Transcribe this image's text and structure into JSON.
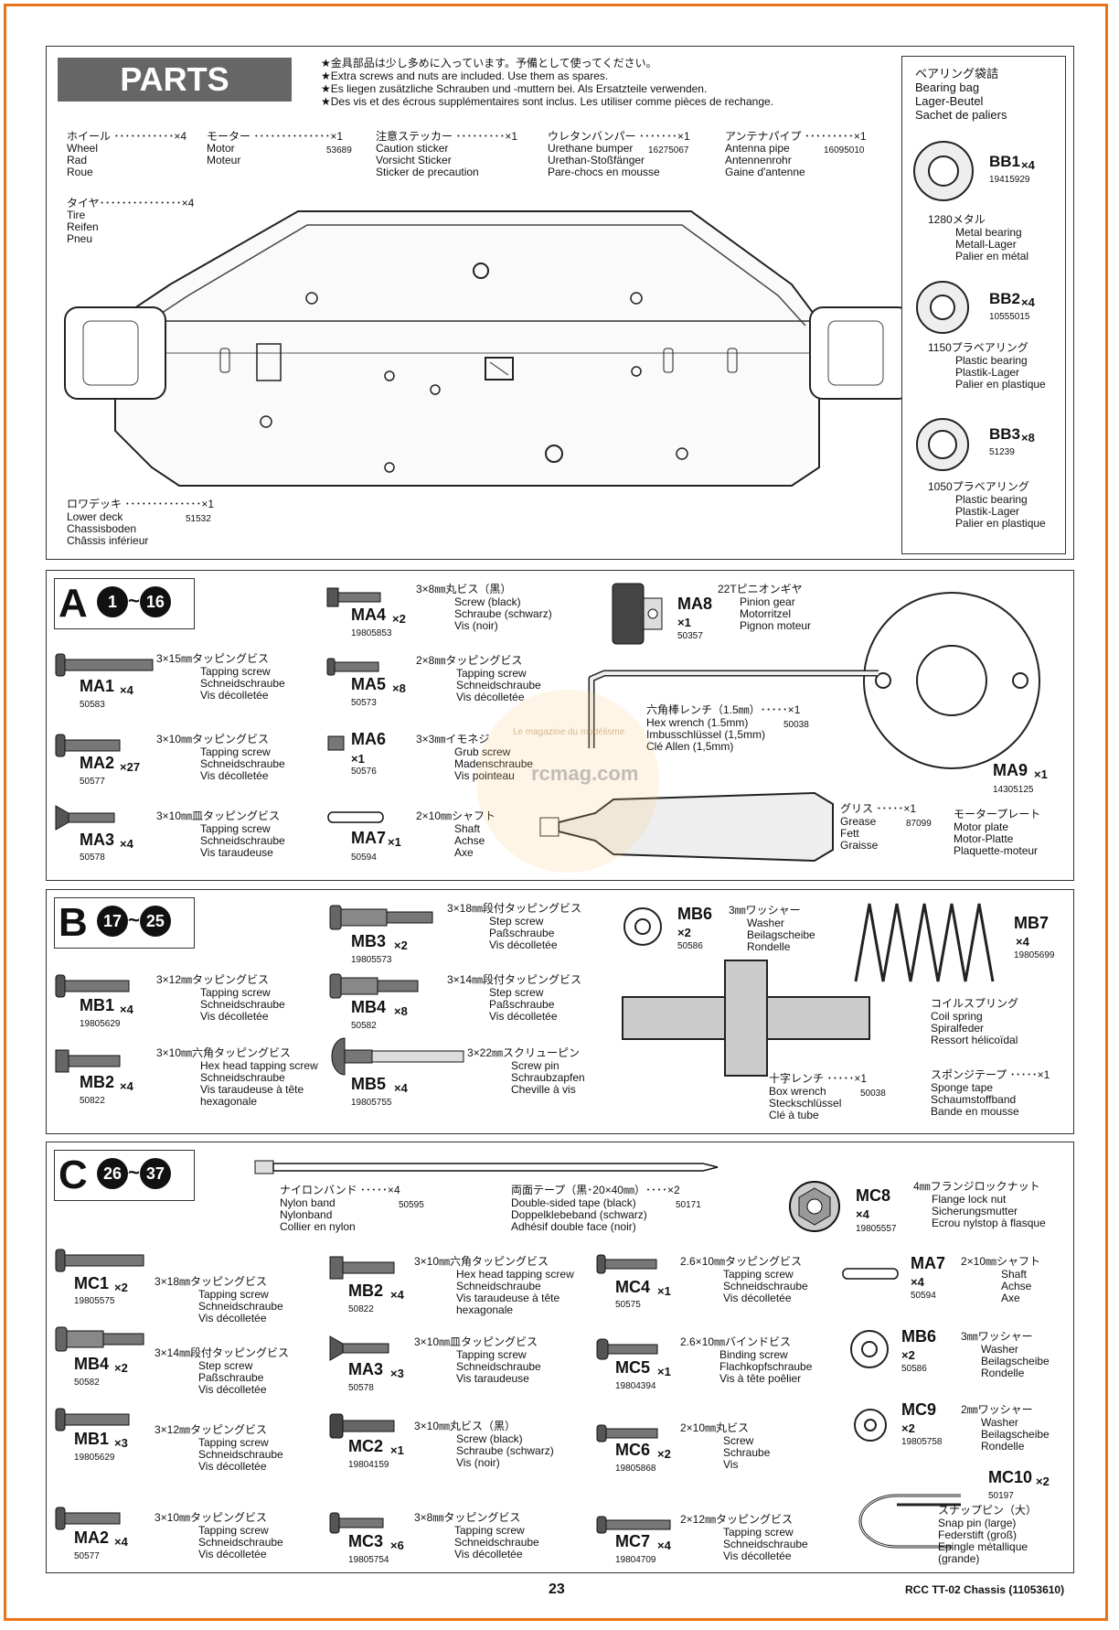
{
  "parts": {
    "title": "PARTS",
    "notes": [
      "★金具部品は少し多めに入っています。予備として使ってください。",
      "★Extra screws and nuts are included. Use them as spares.",
      "★Es liegen zusätzliche Schrauben und -muttern bei. Als Ersatzteile verwenden.",
      "★Des vis et des écrous supplémentaires sont inclus. Les utiliser comme pièces de rechange."
    ],
    "items": [
      {
        "jp": "ホイール ･･･････････×4",
        "lines": [
          "Wheel",
          "Rad",
          "Roue"
        ],
        "code": ""
      },
      {
        "jp": "モーター ･･････････････×1",
        "lines": [
          "Motor",
          "Moteur"
        ],
        "code": "53689"
      },
      {
        "jp": "注意ステッカー ･････････×1",
        "lines": [
          "Caution sticker",
          "Vorsicht Sticker",
          "Sticker de precaution"
        ],
        "code": ""
      },
      {
        "jp": "ウレタンバンパー ･･･････×1",
        "lines": [
          "Urethane bumper",
          "Urethan-Stoßfänger",
          "Pare-chocs en mousse"
        ],
        "code": "16275067"
      },
      {
        "jp": "アンテナパイプ ･････････×1",
        "lines": [
          "Antenna pipe",
          "Antennenrohr",
          "Gaine d'antenne"
        ],
        "code": "16095010"
      },
      {
        "jp": "タイヤ･･･････････････×4",
        "lines": [
          "Tire",
          "Reifen",
          "Pneu"
        ],
        "code": ""
      },
      {
        "jp": "ロワデッキ ･･････････････×1",
        "lines": [
          "Lower deck",
          "Chassisboden",
          "Châssis inférieur"
        ],
        "code": "51532"
      }
    ],
    "bearing_bag": {
      "title": [
        "ベアリング袋詰",
        "Bearing bag",
        "Lager-Beutel",
        "Sachet de paliers"
      ],
      "items": [
        {
          "label": "BB1",
          "qty": "×4",
          "code": "19415929",
          "jp": "1280メタル",
          "lines": [
            "Metal bearing",
            "Metall-Lager",
            "Palier en métal"
          ]
        },
        {
          "label": "BB2",
          "qty": "×4",
          "code": "10555015",
          "jp": "1150プラベアリング",
          "lines": [
            "Plastic bearing",
            "Plastik-Lager",
            "Palier en plastique"
          ]
        },
        {
          "label": "BB3",
          "qty": "×8",
          "code": "51239",
          "jp": "1050プラベアリング",
          "lines": [
            "Plastic bearing",
            "Plastik-Lager",
            "Palier en plastique"
          ]
        }
      ]
    }
  },
  "bag_a": {
    "letter": "A",
    "from": "1",
    "to": "16",
    "items": [
      {
        "label": "MA4",
        "qty": "×2",
        "code": "19805853",
        "jp": "3×8㎜丸ビス（黒）",
        "lines": [
          "Screw (black)",
          "Schraube (schwarz)",
          "Vis (noir)"
        ]
      },
      {
        "label": "MA8",
        "qty": "×1",
        "code": "50357",
        "jp": "22Tピニオンギヤ",
        "lines": [
          "Pinion gear",
          "Motorritzel",
          "Pignon moteur"
        ]
      },
      {
        "label": "MA1",
        "qty": "×4",
        "code": "50583",
        "jp": "3×15㎜タッピングビス",
        "lines": [
          "Tapping screw",
          "Schneidschraube",
          "Vis décolletée"
        ]
      },
      {
        "label": "MA5",
        "qty": "×8",
        "code": "50573",
        "jp": "2×8㎜タッピングビス",
        "lines": [
          "Tapping screw",
          "Schneidschraube",
          "Vis décolletée"
        ]
      },
      {
        "label": "MA2",
        "qty": "×27",
        "code": "50577",
        "jp": "3×10㎜タッピングビス",
        "lines": [
          "Tapping screw",
          "Schneidschraube",
          "Vis décolletée"
        ]
      },
      {
        "label": "MA6",
        "qty": "×1",
        "code": "50576",
        "jp": "3×3㎜イモネジ",
        "lines": [
          "Grub screw",
          "Madenschraube",
          "Vis pointeau"
        ]
      },
      {
        "label": "MA3",
        "qty": "×4",
        "code": "50578",
        "jp": "3×10㎜皿タッピングビス",
        "lines": [
          "Tapping screw",
          "Schneidschraube",
          "Vis taraudeuse"
        ]
      },
      {
        "label": "MA7",
        "qty": "×1",
        "code": "50594",
        "jp": "2×10㎜シャフト",
        "lines": [
          "Shaft",
          "Achse",
          "Axe"
        ]
      },
      {
        "label": "MA9",
        "qty": "×1",
        "code": "14305125",
        "jp": "モータープレート",
        "lines": [
          "Motor plate",
          "Motor-Platte",
          "Plaquette-moteur"
        ]
      }
    ],
    "hex_wrench": {
      "jp": "六角棒レンチ（1.5㎜）･････×1",
      "lines": [
        "Hex wrench (1.5mm)",
        "Imbusschlüssel (1,5mm)",
        "Clé Allen (1,5mm)"
      ],
      "code": "50038"
    },
    "grease": {
      "jp": "グリス ･････×1",
      "lines": [
        "Grease",
        "Fett",
        "Graisse"
      ],
      "code": "87099"
    }
  },
  "bag_b": {
    "letter": "B",
    "from": "17",
    "to": "25",
    "items": [
      {
        "label": "MB3",
        "qty": "×2",
        "code": "19805573",
        "jp": "3×18㎜段付タッピングビス",
        "lines": [
          "Step screw",
          "Paßschraube",
          "Vis décolletée"
        ]
      },
      {
        "label": "MB6",
        "qty": "×2",
        "code": "50586",
        "jp": "3㎜ワッシャー",
        "lines": [
          "Washer",
          "Beilagscheibe",
          "Rondelle"
        ]
      },
      {
        "label": "MB7",
        "qty": "×4",
        "code": "19805699",
        "jp": "コイルスプリング",
        "lines": [
          "Coil spring",
          "Spiralfeder",
          "Ressort hélicoïdal"
        ]
      },
      {
        "label": "MB1",
        "qty": "×4",
        "code": "19805629",
        "jp": "3×12㎜タッピングビス",
        "lines": [
          "Tapping screw",
          "Schneidschraube",
          "Vis décolletée"
        ]
      },
      {
        "label": "MB4",
        "qty": "×8",
        "code": "50582",
        "jp": "3×14㎜段付タッピングビス",
        "lines": [
          "Step screw",
          "Paßschraube",
          "Vis décolletée"
        ]
      },
      {
        "label": "MB2",
        "qty": "×4",
        "code": "50822",
        "jp": "3×10㎜六角タッピングビス",
        "lines": [
          "Hex head tapping screw",
          "Schneidschraube",
          "Vis taraudeuse à tête",
          "hexagonale"
        ]
      },
      {
        "label": "MB5",
        "qty": "×4",
        "code": "19805755",
        "jp": "3×22㎜スクリューピン",
        "lines": [
          "Screw pin",
          "Schraubzapfen",
          "Cheville à vis"
        ]
      }
    ],
    "box_wrench": {
      "jp": "十字レンチ ･････×1",
      "lines": [
        "Box wrench",
        "Steckschlüssel",
        "Clé à tube"
      ],
      "code": "50038"
    },
    "sponge": {
      "jp": "スポンジテープ ･････×1",
      "lines": [
        "Sponge tape",
        "Schaumstoffband",
        "Bande en mousse"
      ]
    }
  },
  "bag_c": {
    "letter": "C",
    "from": "26",
    "to": "37",
    "nylon": {
      "jp": "ナイロンバンド ･････×4",
      "lines": [
        "Nylon band",
        "Nylonband",
        "Collier en nylon"
      ],
      "code": "50595"
    },
    "tape": {
      "jp": "両面テープ（黒･20×40㎜）････×2",
      "lines": [
        "Double-sided tape (black)",
        "Doppelklebeband (schwarz)",
        "Adhésif double face (noir)"
      ],
      "code": "50171"
    },
    "items": [
      {
        "label": "MC8",
        "qty": "×4",
        "code": "19805557",
        "jp": "4㎜フランジロックナット",
        "lines": [
          "Flange lock nut",
          "Sicherungsmutter",
          "Ecrou nylstop à flasque"
        ]
      },
      {
        "label": "MC1",
        "qty": "×2",
        "code": "19805575",
        "jp": "3×18㎜タッピングビス",
        "lines": [
          "Tapping screw",
          "Schneidschraube",
          "Vis décolletée"
        ]
      },
      {
        "label": "MB2",
        "qty": "×4",
        "code": "50822",
        "jp": "3×10㎜六角タッピングビス",
        "lines": [
          "Hex head tapping screw",
          "Schneidschraube",
          "Vis taraudeuse à tête",
          "hexagonale"
        ]
      },
      {
        "label": "MC4",
        "qty": "×1",
        "code": "50575",
        "jp": "2.6×10㎜タッピングビス",
        "lines": [
          "Tapping screw",
          "Schneidschraube",
          "Vis décolletée"
        ]
      },
      {
        "label": "MA7",
        "qty": "×4",
        "code": "50594",
        "jp": "2×10㎜シャフト",
        "lines": [
          "Shaft",
          "Achse",
          "Axe"
        ]
      },
      {
        "label": "MB4",
        "qty": "×2",
        "code": "50582",
        "jp": "3×14㎜段付タッピングビス",
        "lines": [
          "Step screw",
          "Paßschraube",
          "Vis décolletée"
        ]
      },
      {
        "label": "MA3",
        "qty": "×3",
        "code": "50578",
        "jp": "3×10㎜皿タッピングビス",
        "lines": [
          "Tapping screw",
          "Schneidschraube",
          "Vis taraudeuse"
        ]
      },
      {
        "label": "MC5",
        "qty": "×1",
        "code": "19804394",
        "jp": "2.6×10㎜バインドビス",
        "lines": [
          "Binding screw",
          "Flachkopfschraube",
          "Vis à tête poêlier"
        ]
      },
      {
        "label": "MB6",
        "qty": "×2",
        "code": "50586",
        "jp": "3㎜ワッシャー",
        "lines": [
          "Washer",
          "Beilagscheibe",
          "Rondelle"
        ]
      },
      {
        "label": "MB1",
        "qty": "×3",
        "code": "19805629",
        "jp": "3×12㎜タッピングビス",
        "lines": [
          "Tapping screw",
          "Schneidschraube",
          "Vis décolletée"
        ]
      },
      {
        "label": "MC2",
        "qty": "×1",
        "code": "19804159",
        "jp": "3×10㎜丸ビス（黒）",
        "lines": [
          "Screw (black)",
          "Schraube (schwarz)",
          "Vis (noir)"
        ]
      },
      {
        "label": "MC6",
        "qty": "×2",
        "code": "19805868",
        "jp": "2×10㎜丸ビス",
        "lines": [
          "Screw",
          "Schraube",
          "Vis"
        ]
      },
      {
        "label": "MC9",
        "qty": "×2",
        "code": "19805758",
        "jp": "2㎜ワッシャー",
        "lines": [
          "Washer",
          "Beilagscheibe",
          "Rondelle"
        ]
      },
      {
        "label": "MA2",
        "qty": "×4",
        "code": "50577",
        "jp": "3×10㎜タッピングビス",
        "lines": [
          "Tapping screw",
          "Schneidschraube",
          "Vis décolletée"
        ]
      },
      {
        "label": "MC3",
        "qty": "×6",
        "code": "19805754",
        "jp": "3×8㎜タッピングビス",
        "lines": [
          "Tapping screw",
          "Schneidschraube",
          "Vis décolletée"
        ]
      },
      {
        "label": "MC7",
        "qty": "×4",
        "code": "19804709",
        "jp": "2×12㎜タッピングビス",
        "lines": [
          "Tapping screw",
          "Schneidschraube",
          "Vis décolletée"
        ]
      },
      {
        "label": "MC10",
        "qty": "×2",
        "code": "50197",
        "jp": "スナップピン（大）",
        "lines": [
          "Snap pin (large)",
          "Federstift (groß)",
          "Epingle métallique",
          "(grande)"
        ]
      }
    ]
  },
  "footer": {
    "page": "23",
    "title": "RCC TT-02 Chassis (11053610)"
  },
  "watermark": {
    "text": "rcmag.com",
    "sub": "Le magazine du modélisme"
  },
  "colors": {
    "frame": "#e8731a",
    "bar": "#666666"
  }
}
